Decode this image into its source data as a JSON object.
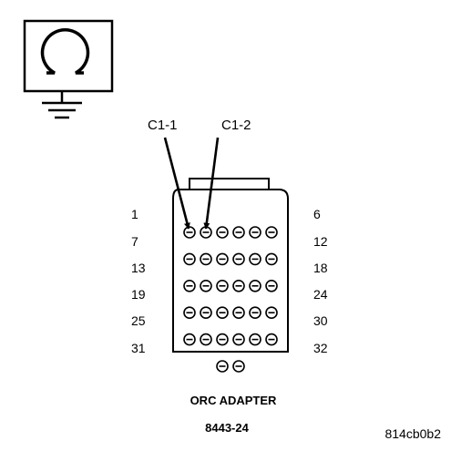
{
  "ohmmeter": {
    "icon": "ohm-symbol-icon",
    "ground_icon": "ground-icon"
  },
  "callouts": {
    "c1_1": "C1-1",
    "c1_2": "C1-2"
  },
  "pin_labels": {
    "left": [
      "1",
      "7",
      "13",
      "19",
      "25",
      "31"
    ],
    "right": [
      "6",
      "12",
      "18",
      "24",
      "30",
      "32"
    ]
  },
  "connector": {
    "pin_rows": [
      6,
      6,
      6,
      6,
      6,
      2
    ]
  },
  "caption": {
    "name": "ORC ADAPTER",
    "part_number": "8443-24"
  },
  "figure_code": "814cb0b2"
}
